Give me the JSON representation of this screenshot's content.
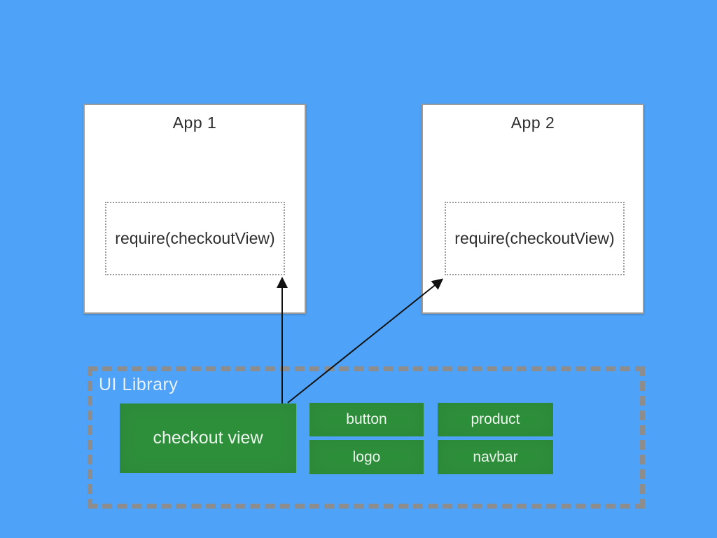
{
  "slide": {
    "app1": {
      "title": "App 1",
      "require_label": "require(checkoutView)"
    },
    "app2": {
      "title": "App 2",
      "require_label": "require(checkoutView)"
    },
    "ui_library": {
      "label": "UI Library",
      "modules": {
        "checkout_view": "checkout view",
        "button": "button",
        "product": "product",
        "logo": "logo",
        "navbar": "navbar"
      }
    },
    "arrows": [
      {
        "from": "checkout view",
        "to": "App 1 require(checkoutView)"
      },
      {
        "from": "checkout view",
        "to": "App 2 require(checkoutView)"
      }
    ]
  },
  "colors": {
    "background": "#4EA2F7",
    "panel": "#FFFFFF",
    "panel_border": "#9C9C9C",
    "module_green": "#2E8F3B",
    "module_text": "#EDF5EE",
    "library_border": "#8D8D8D",
    "library_label": "#E8F1FC",
    "title_text": "#2D2D2D",
    "arrow": "#111111"
  }
}
